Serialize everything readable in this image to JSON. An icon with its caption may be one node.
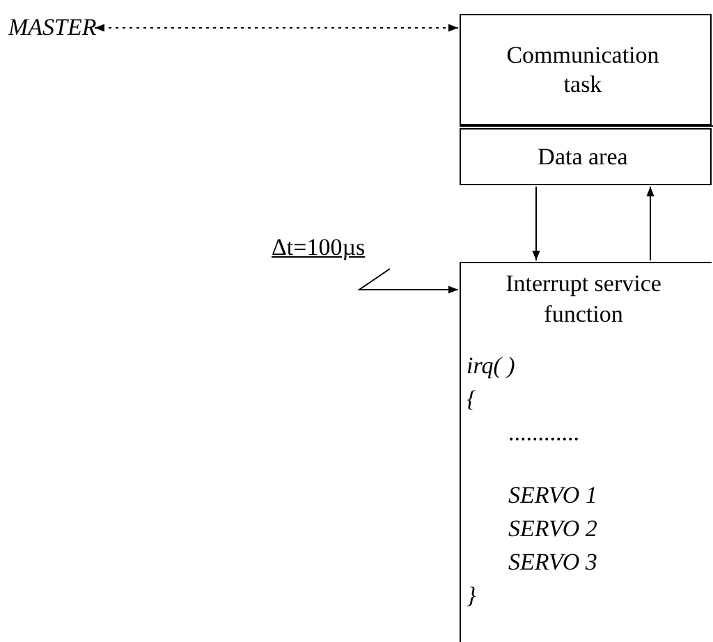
{
  "diagram": {
    "nodes": [
      {
        "text": [
          "MASTER"
        ]
      },
      {
        "text": [
          "Communication task"
        ]
      },
      {
        "text": [
          "Data area"
        ]
      },
      {
        "text": [
          "Interrupt service function",
          "irq( )",
          "{",
          "............",
          "SERVO 1",
          "SERVO 2",
          "SERVO 3",
          "}"
        ]
      },
      {
        "text": [
          "Δt=100µs"
        ]
      }
    ],
    "edges": [
      {
        "from": 0,
        "to": 1,
        "arrow": "both",
        "style": "dashed"
      },
      {
        "from": 2,
        "to": 3,
        "arrow": "to"
      },
      {
        "from": 3,
        "to": 2,
        "arrow": "to"
      },
      {
        "from": 4,
        "to": 3,
        "arrow": "to"
      }
    ]
  }
}
